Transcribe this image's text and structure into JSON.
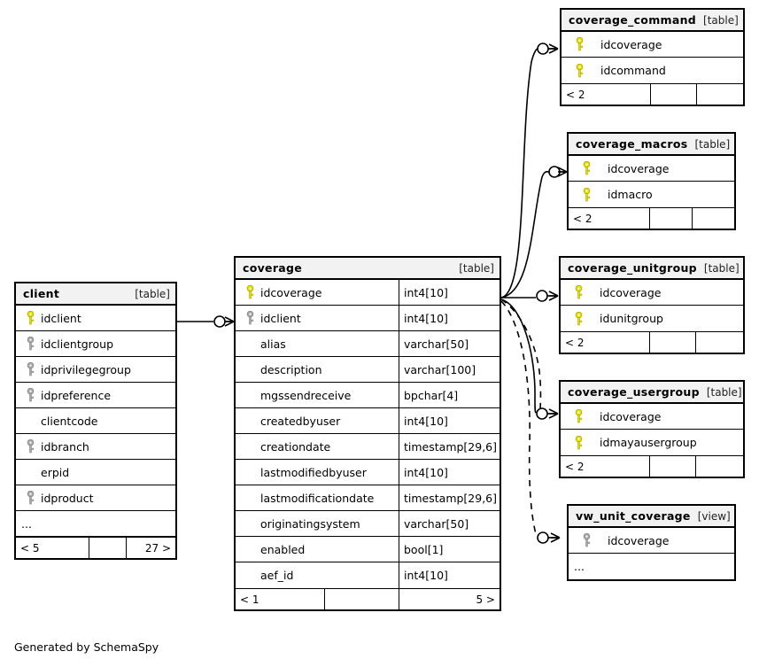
{
  "diagram": {
    "tool_credit": "Generated by SchemaSpy",
    "kind_table": "[table]",
    "kind_view": "[view]",
    "ellipsis": "...",
    "colors": {
      "primary_key": "#e8e000",
      "foreign_key": "#a0a0a0",
      "header_bg": "#f2f2f2",
      "border": "#000000",
      "background": "#ffffff"
    }
  },
  "entities": {
    "client": {
      "name": "client",
      "kind": "[table]",
      "columns": [
        {
          "key": "pk",
          "name": "idclient"
        },
        {
          "key": "fk",
          "name": "idclientgroup"
        },
        {
          "key": "fk",
          "name": "idprivilegegroup"
        },
        {
          "key": "fk",
          "name": "idpreference"
        },
        {
          "key": "none",
          "name": "clientcode"
        },
        {
          "key": "fk",
          "name": "idbranch"
        },
        {
          "key": "none",
          "name": "erpid"
        },
        {
          "key": "fk",
          "name": "idproduct"
        }
      ],
      "more_indicator": "...",
      "footer": {
        "left": "< 5",
        "middle": "",
        "right": "27 >"
      }
    },
    "coverage": {
      "name": "coverage",
      "kind": "[table]",
      "columns": [
        {
          "key": "pk",
          "name": "idcoverage",
          "type": "int4[10]"
        },
        {
          "key": "fk",
          "name": "idclient",
          "type": "int4[10]"
        },
        {
          "key": "none",
          "name": "alias",
          "type": "varchar[50]"
        },
        {
          "key": "none",
          "name": "description",
          "type": "varchar[100]"
        },
        {
          "key": "none",
          "name": "mgssendreceive",
          "type": "bpchar[4]"
        },
        {
          "key": "none",
          "name": "createdbyuser",
          "type": "int4[10]"
        },
        {
          "key": "none",
          "name": "creationdate",
          "type": "timestamp[29,6]"
        },
        {
          "key": "none",
          "name": "lastmodifiedbyuser",
          "type": "int4[10]"
        },
        {
          "key": "none",
          "name": "lastmodificationdate",
          "type": "timestamp[29,6]"
        },
        {
          "key": "none",
          "name": "originatingsystem",
          "type": "varchar[50]"
        },
        {
          "key": "none",
          "name": "enabled",
          "type": "bool[1]"
        },
        {
          "key": "none",
          "name": "aef_id",
          "type": "int4[10]"
        }
      ],
      "footer": {
        "left": "< 1",
        "middle": "",
        "right": "5 >"
      }
    },
    "coverage_command": {
      "name": "coverage_command",
      "kind": "[table]",
      "columns": [
        {
          "key": "pk",
          "name": "idcoverage"
        },
        {
          "key": "pk",
          "name": "idcommand"
        }
      ],
      "footer": {
        "left": "< 2",
        "middle": "",
        "right": ""
      }
    },
    "coverage_macros": {
      "name": "coverage_macros",
      "kind": "[table]",
      "columns": [
        {
          "key": "pk",
          "name": "idcoverage"
        },
        {
          "key": "pk",
          "name": "idmacro"
        }
      ],
      "footer": {
        "left": "< 2",
        "middle": "",
        "right": ""
      }
    },
    "coverage_unitgroup": {
      "name": "coverage_unitgroup",
      "kind": "[table]",
      "columns": [
        {
          "key": "pk",
          "name": "idcoverage"
        },
        {
          "key": "pk",
          "name": "idunitgroup"
        }
      ],
      "footer": {
        "left": "< 2",
        "middle": "",
        "right": ""
      }
    },
    "coverage_usergroup": {
      "name": "coverage_usergroup",
      "kind": "[table]",
      "columns": [
        {
          "key": "pk",
          "name": "idcoverage"
        },
        {
          "key": "pk",
          "name": "idmayausergroup"
        }
      ],
      "footer": {
        "left": "< 2",
        "middle": "",
        "right": ""
      }
    },
    "vw_unit_coverage": {
      "name": "vw_unit_coverage",
      "kind": "[view]",
      "columns": [
        {
          "key": "fk",
          "name": "idcoverage"
        }
      ],
      "more_indicator": "...",
      "footer": null
    }
  },
  "relationships": [
    {
      "from": "client.idclient",
      "to": "coverage.idclient",
      "style": "solid"
    },
    {
      "from": "coverage.idcoverage",
      "to": "coverage_command.idcoverage",
      "style": "solid"
    },
    {
      "from": "coverage.idcoverage",
      "to": "coverage_macros.idcoverage",
      "style": "solid"
    },
    {
      "from": "coverage.idcoverage",
      "to": "coverage_unitgroup.idcoverage",
      "style": "solid"
    },
    {
      "from": "coverage.idcoverage",
      "to": "coverage_usergroup.idcoverage",
      "style": "solid"
    },
    {
      "from": "coverage.idcoverage",
      "to": "coverage_usergroup.idcoverage",
      "style": "dashed"
    },
    {
      "from": "coverage.idcoverage",
      "to": "vw_unit_coverage.idcoverage",
      "style": "dashed"
    }
  ]
}
